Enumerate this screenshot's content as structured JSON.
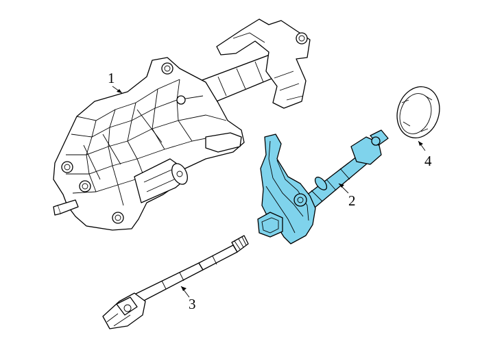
{
  "diagram": {
    "highlight_color": "#7fd3ec",
    "parts": [
      {
        "callout": "1"
      },
      {
        "callout": "2"
      },
      {
        "callout": "3"
      },
      {
        "callout": "4"
      }
    ]
  }
}
